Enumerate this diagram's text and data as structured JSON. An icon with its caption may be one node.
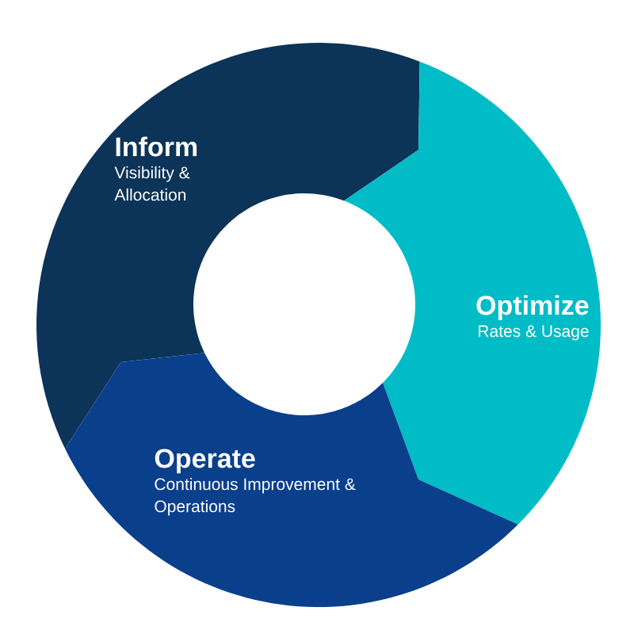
{
  "diagram": {
    "nodes": [
      {
        "text": [
          "Inform",
          "Visibility & Allocation"
        ]
      },
      {
        "text": [
          "Optimize",
          "Rates & Usage"
        ]
      },
      {
        "text": [
          "Operate",
          "Continuous Improvement & Operations"
        ]
      }
    ]
  }
}
